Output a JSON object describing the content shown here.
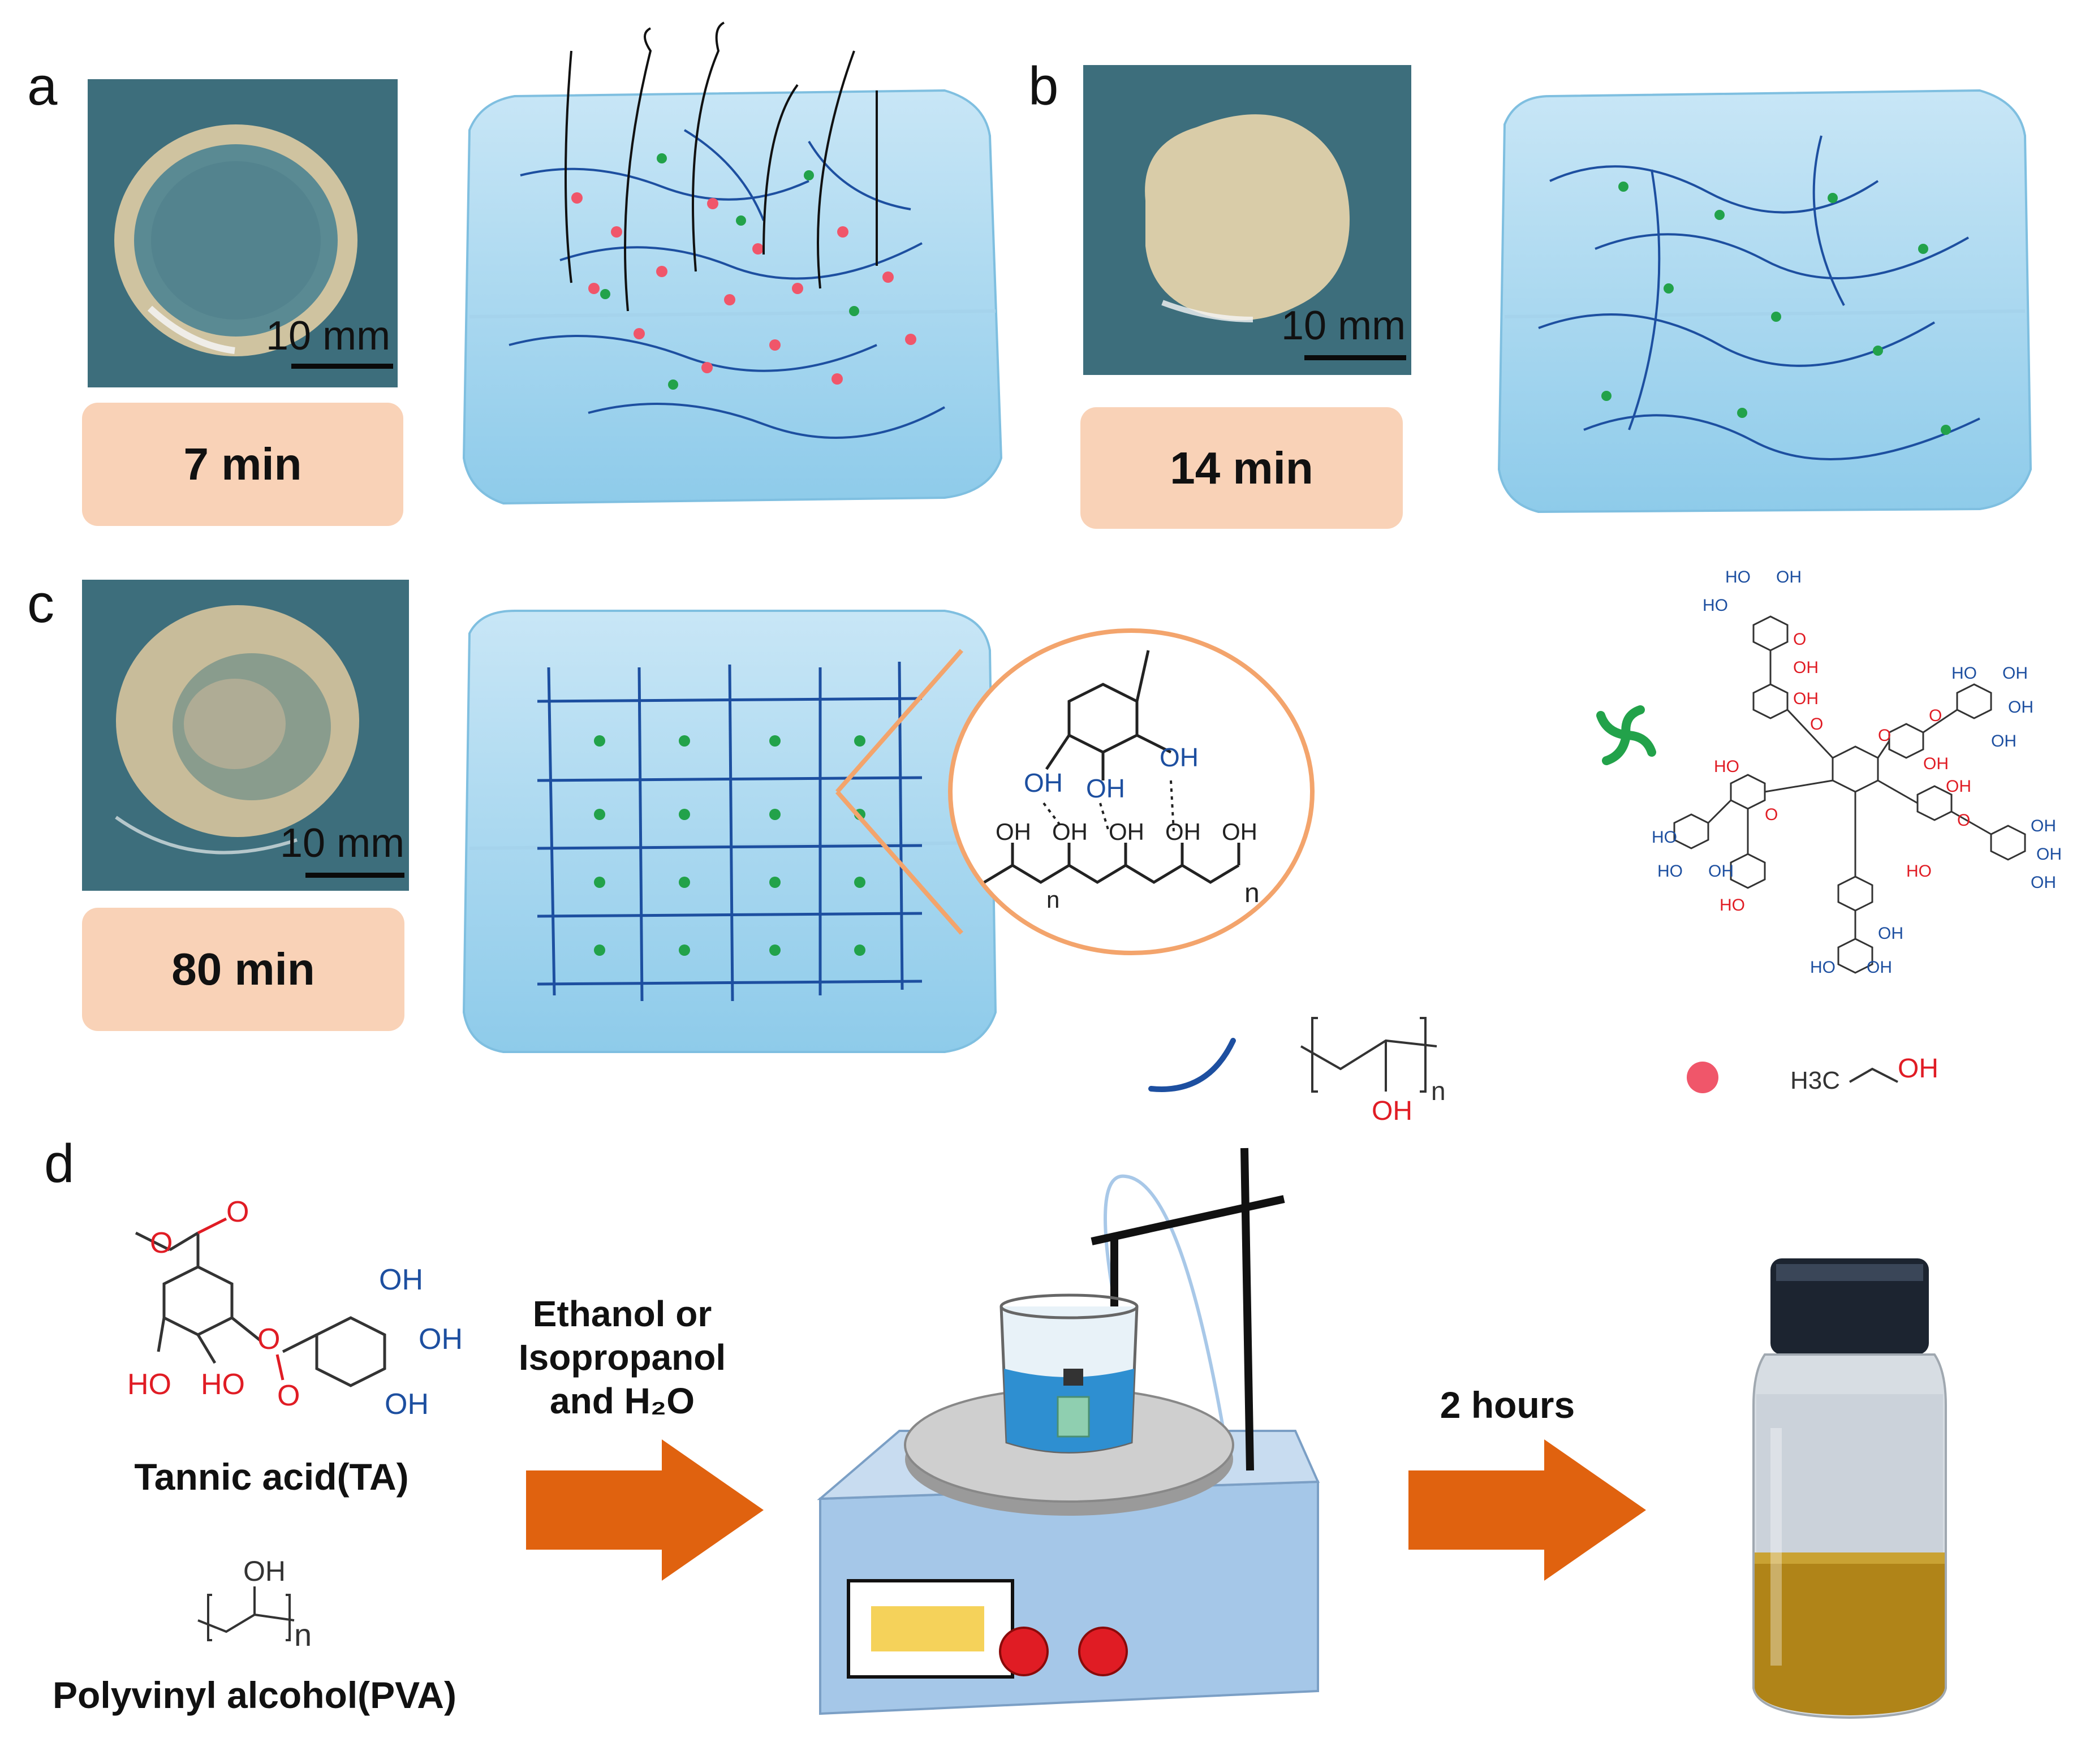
{
  "panels": {
    "a": {
      "letter": "a",
      "scale_label": "10 mm",
      "time_label": "7 min"
    },
    "b": {
      "letter": "b",
      "scale_label": "10 mm",
      "time_label": "14 min"
    },
    "c": {
      "letter": "c",
      "scale_label": "10 mm",
      "time_label": "80 min"
    },
    "d": {
      "letter": "d"
    }
  },
  "chem": {
    "oh": "OH",
    "ho": "HO",
    "o": "O",
    "n": "n",
    "h3c": "H3C",
    "ethanol_oh": "OH"
  },
  "legend": {
    "pva_chain_symbol": "blue-curve",
    "ta_symbol": "green-star-icon",
    "ethanol_symbol": "red-dot"
  },
  "process": {
    "ta_name": "Tannic acid(TA)",
    "pva_name": "Polyvinyl alcohol(PVA)",
    "solvent_line1": "Ethanol or",
    "solvent_line2": "Isopropanol",
    "solvent_line3": "and H₂O",
    "duration": "2 hours"
  },
  "colors": {
    "gel_blue": "#a9d6ee",
    "chain_blue": "#1d4fa0",
    "ta_green": "#22a24a",
    "ethanol_red": "#f0566a",
    "arrow_orange": "#e0620f",
    "time_box": "#f9d2b7",
    "photo_bg": "#3d6e7c",
    "oh_blue": "#1d4fa0",
    "o_red": "#e01c24"
  }
}
